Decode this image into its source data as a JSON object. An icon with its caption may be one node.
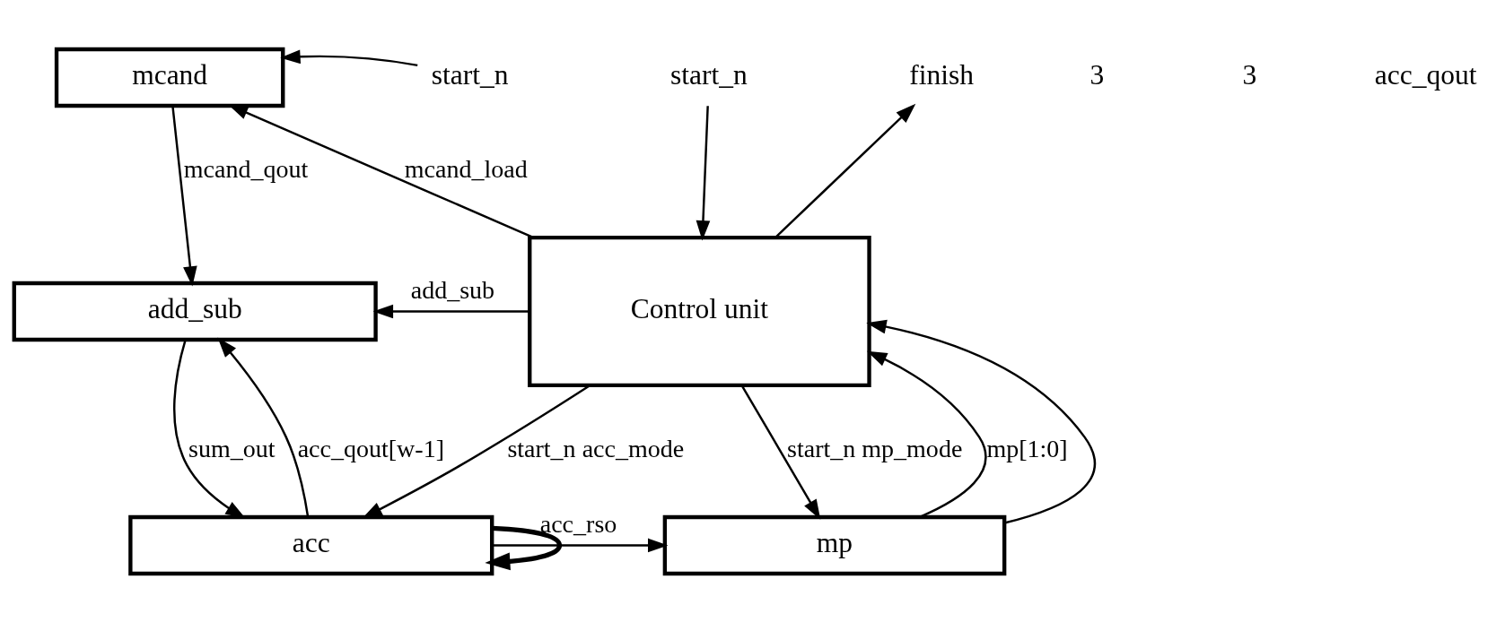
{
  "diagram": {
    "nodes": [
      {
        "text": [
          "mcand"
        ]
      },
      {
        "text": [
          "start_n"
        ]
      },
      {
        "text": [
          "start_n"
        ]
      },
      {
        "text": [
          "finish"
        ]
      },
      {
        "text": [
          "add_sub"
        ]
      },
      {
        "text": [
          "Control unit"
        ]
      },
      {
        "text": [
          "acc"
        ]
      },
      {
        "text": [
          "mp"
        ]
      }
    ],
    "edges": [
      {
        "from": 1,
        "to": 0,
        "arrow": "to"
      },
      {
        "from": 5,
        "to": 0,
        "arrow": "to",
        "label": "mcand_load"
      },
      {
        "from": 2,
        "to": 5,
        "arrow": "to"
      },
      {
        "from": 5,
        "to": 3,
        "arrow": "to"
      },
      {
        "from": 0,
        "to": 4,
        "arrow": "to",
        "label": "mcand_qout"
      },
      {
        "from": 5,
        "to": 4,
        "arrow": "to",
        "label": "add_sub"
      },
      {
        "from": 4,
        "to": 6,
        "arrow": "to",
        "label": "sum_out"
      },
      {
        "from": 6,
        "to": 6,
        "arrow": "to",
        "style": "thick"
      },
      {
        "from": 6,
        "to": 4,
        "arrow": "to",
        "label": "acc_qout[w-1]"
      },
      {
        "from": 5,
        "to": 6,
        "arrow": "to",
        "label": "start_n acc_mode"
      },
      {
        "from": 5,
        "to": 7,
        "arrow": "to",
        "label": "start_n mp_mode"
      },
      {
        "from": 6,
        "to": 7,
        "arrow": "to",
        "label": "acc_rso"
      },
      {
        "from": 7,
        "to": 5,
        "arrow": "to",
        "label": "mp[1:0]"
      },
      {
        "from": 7,
        "to": 5,
        "arrow": "to"
      }
    ],
    "labels": [
      "3",
      "3",
      "acc_qout"
    ]
  }
}
